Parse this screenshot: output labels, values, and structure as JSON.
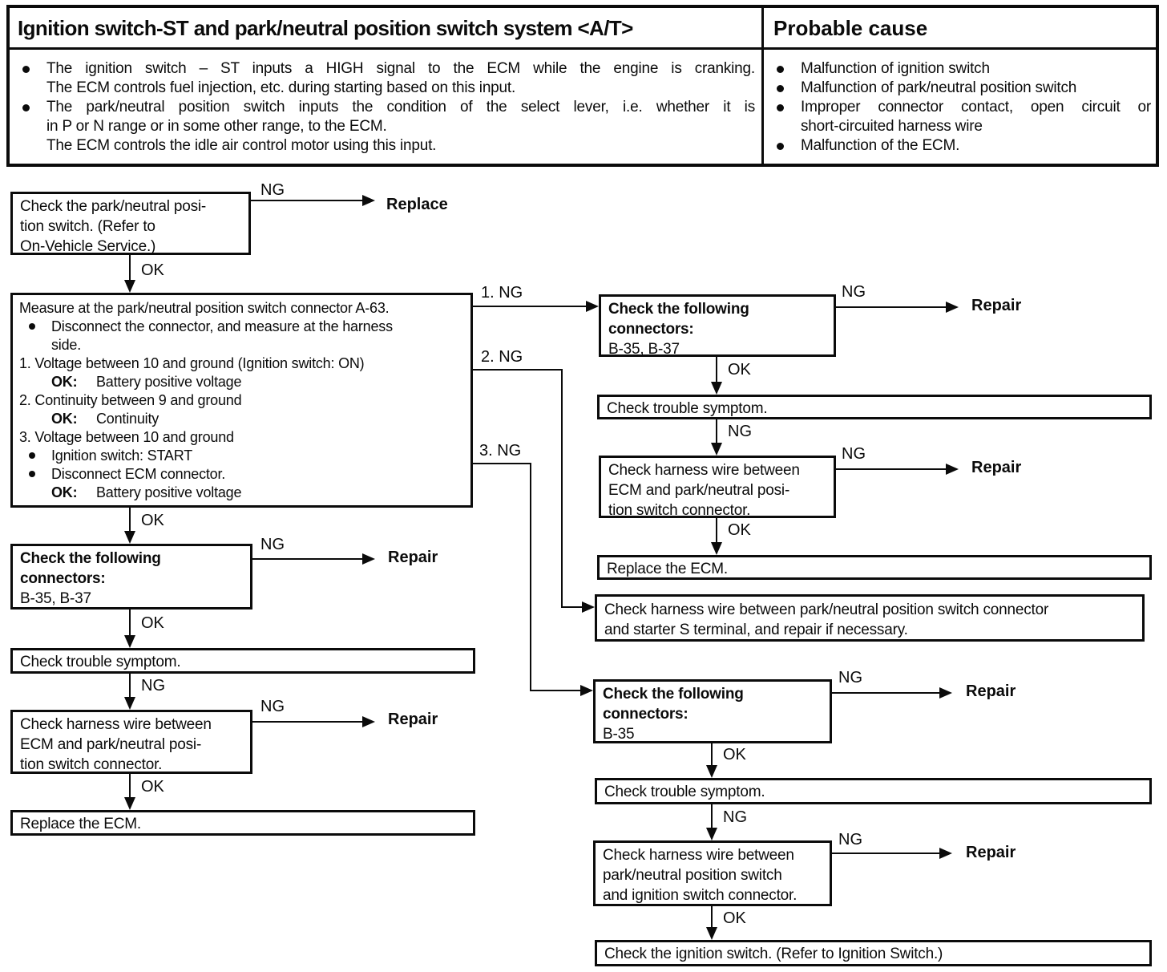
{
  "header": {
    "title": "Ignition switch-ST and park/neutral position switch system <A/T>",
    "probable_cause": "Probable cause",
    "description": [
      {
        "lines": [
          "The ignition switch – ST inputs a HIGH signal to the ECM while the engine is cranking.",
          "The ECM controls fuel injection, etc. during starting based on this input."
        ]
      },
      {
        "lines": [
          "The park/neutral position switch inputs the condition of the select lever, i.e. whether it is",
          "in P or N range or in some other range, to the ECM.",
          "The ECM controls the idle air control motor using this input."
        ]
      }
    ],
    "causes": [
      {
        "lines": [
          "Malfunction of ignition switch"
        ]
      },
      {
        "lines": [
          "Malfunction of park/neutral position switch"
        ]
      },
      {
        "lines": [
          "Improper connector contact, open circuit or",
          "short-circuited harness wire"
        ]
      },
      {
        "lines": [
          "Malfunction of the ECM."
        ]
      }
    ]
  },
  "flow": {
    "check_pn_switch": {
      "lines": [
        "Check the park/neutral posi-",
        "tion switch. (Refer to",
        "On-Vehicle Service.)"
      ]
    },
    "measure": {
      "heading": "Measure at the park/neutral position switch connector A-63.",
      "b1l1": "Disconnect the connector, and measure at the harness",
      "b1l2": "side.",
      "s1": "1. Voltage between 10 and ground (Ignition switch: ON)",
      "okp": "OK:",
      "s1ok": "Battery positive voltage",
      "s2": "2. Continuity between 9 and ground",
      "s2ok": "Continuity",
      "s3": "3. Voltage between 10 and ground",
      "b2": "Ignition switch: START",
      "b3": "Disconnect ECM connector.",
      "s3ok": "Battery positive voltage"
    },
    "connectors": {
      "l1": "Check the following",
      "l2": "connectors:",
      "b35_b37": "B-35, B-37",
      "b35": "B-35"
    },
    "trouble": "Check trouble symptom.",
    "harness_ecm_pn": {
      "lines": [
        "Check harness wire between",
        "ECM and park/neutral posi-",
        "tion switch connector."
      ]
    },
    "replace_ecm": "Replace the ECM.",
    "harness_starter": {
      "lines": [
        "Check harness wire between park/neutral position switch connector",
        "and starter S terminal, and repair if necessary."
      ]
    },
    "harness_pn_ign": {
      "lines": [
        "Check harness wire between",
        "park/neutral position switch",
        "and ignition switch connector."
      ]
    },
    "check_ignition": "Check the ignition switch. (Refer to Ignition Switch.)",
    "labels": {
      "ng": "NG",
      "ok": "OK",
      "ng1": "1. NG",
      "ng2": "2. NG",
      "ng3": "3. NG"
    },
    "actions": {
      "replace": "Replace",
      "repair": "Repair"
    }
  }
}
